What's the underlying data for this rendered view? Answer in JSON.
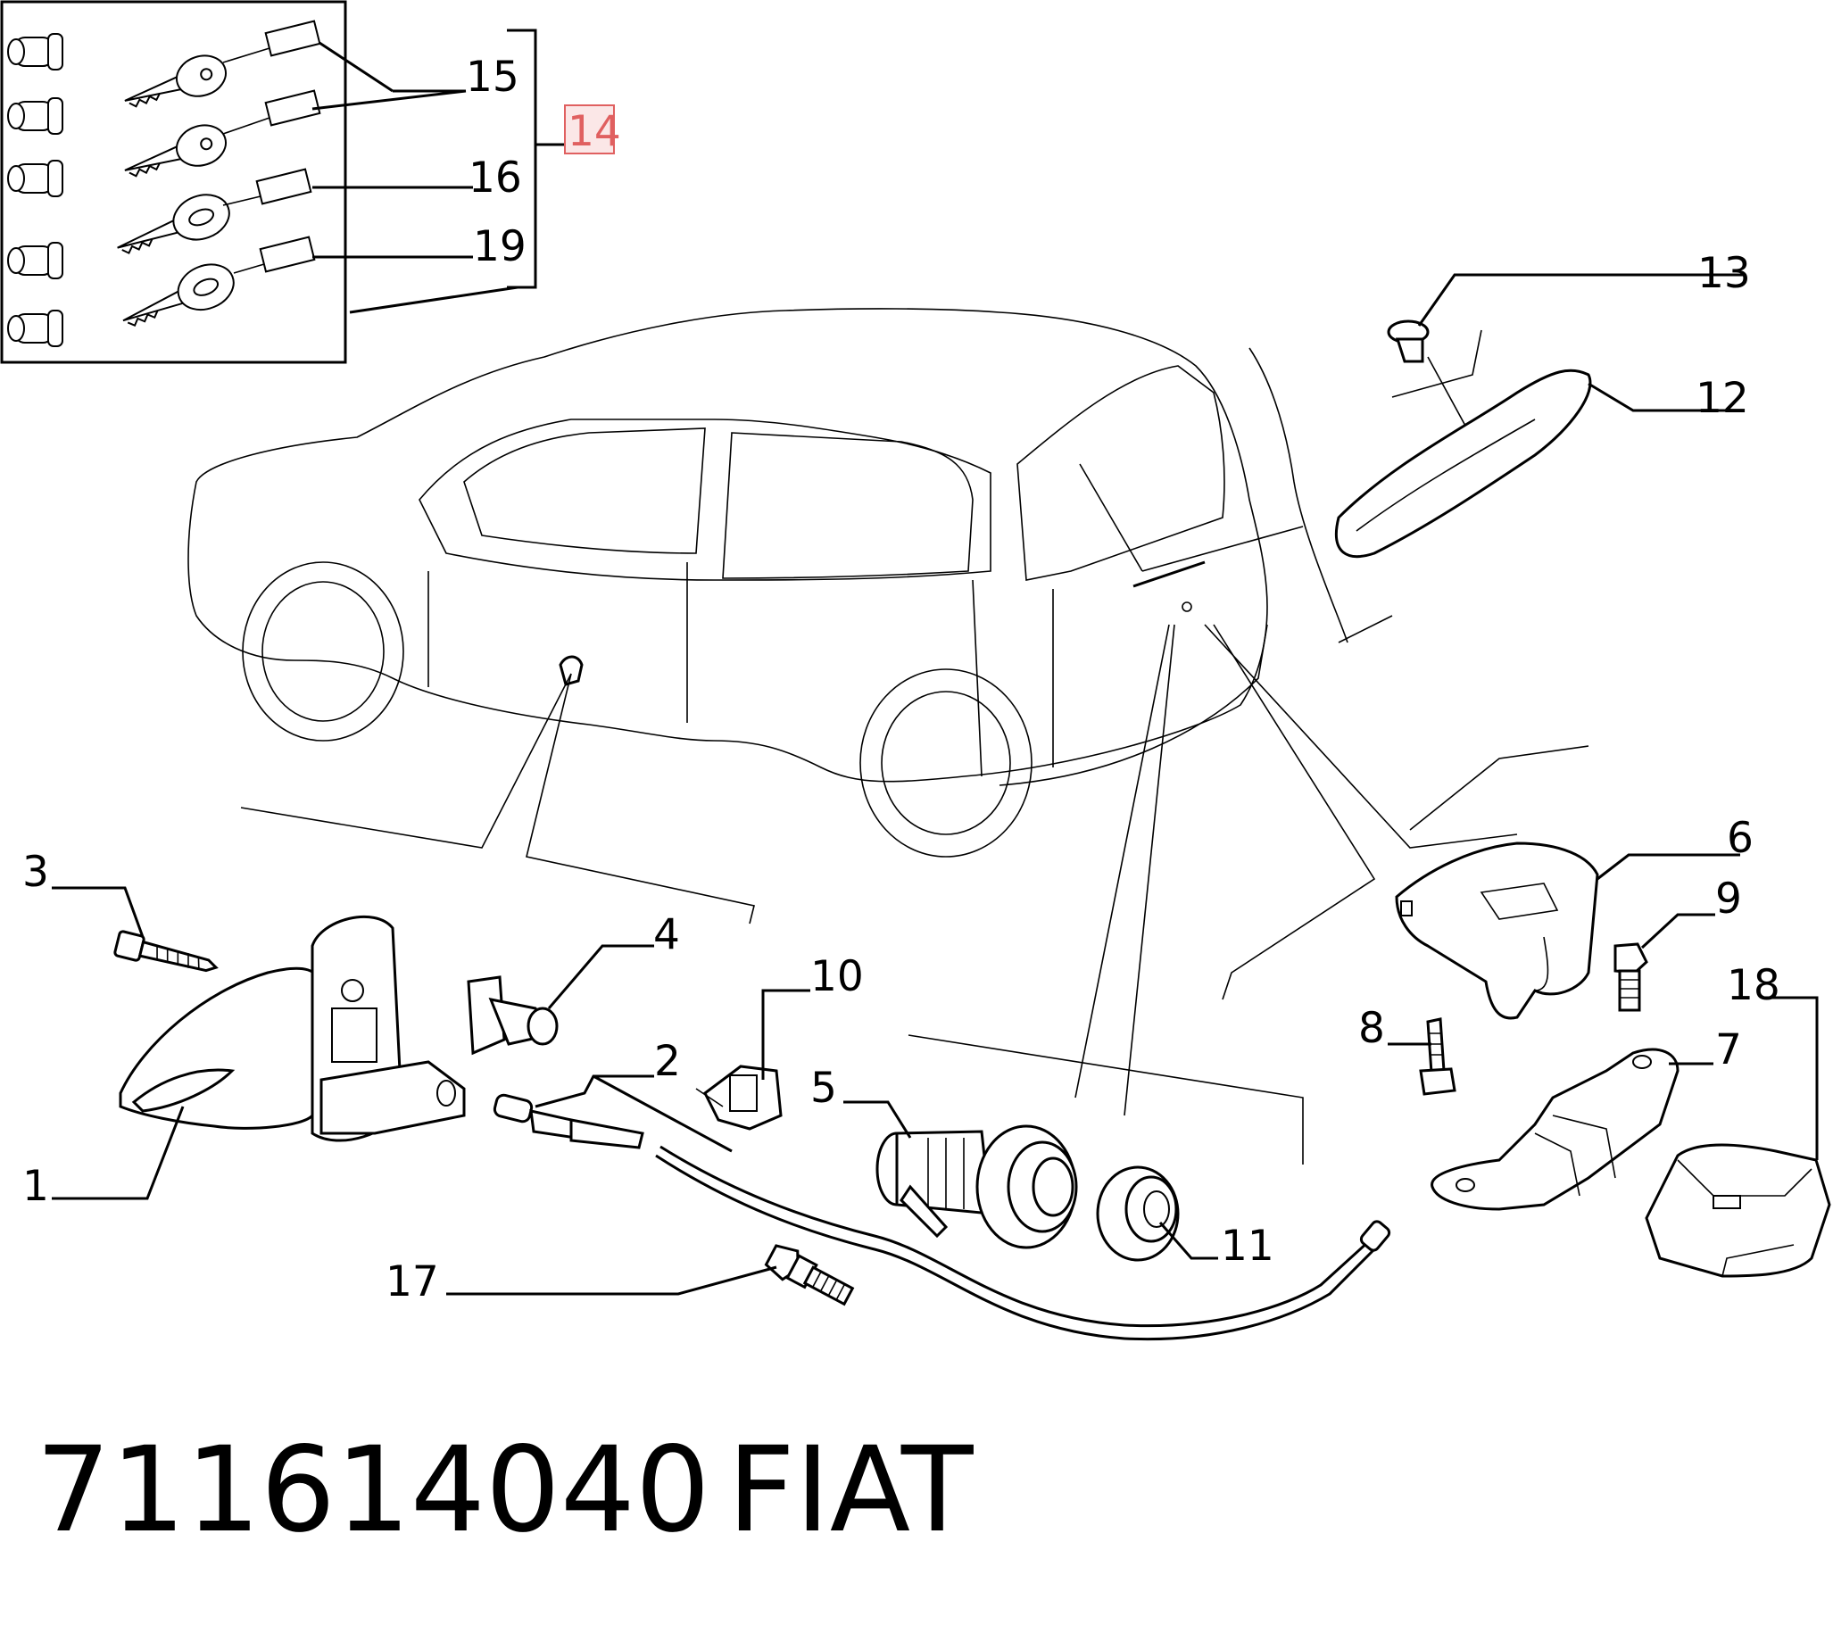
{
  "callouts": {
    "c1": "1",
    "c2": "2",
    "c3": "3",
    "c4": "4",
    "c5": "5",
    "c6": "6",
    "c7": "7",
    "c8": "8",
    "c9": "9",
    "c10": "10",
    "c11": "11",
    "c12": "12",
    "c13": "13",
    "c14": "14",
    "c15": "15",
    "c16": "16",
    "c17": "17",
    "c18": "18",
    "c19": "19"
  },
  "highlight": {
    "callout": "14",
    "color": "#e06060"
  },
  "footer": {
    "part_number": "711614040",
    "brand": "FIAT"
  }
}
